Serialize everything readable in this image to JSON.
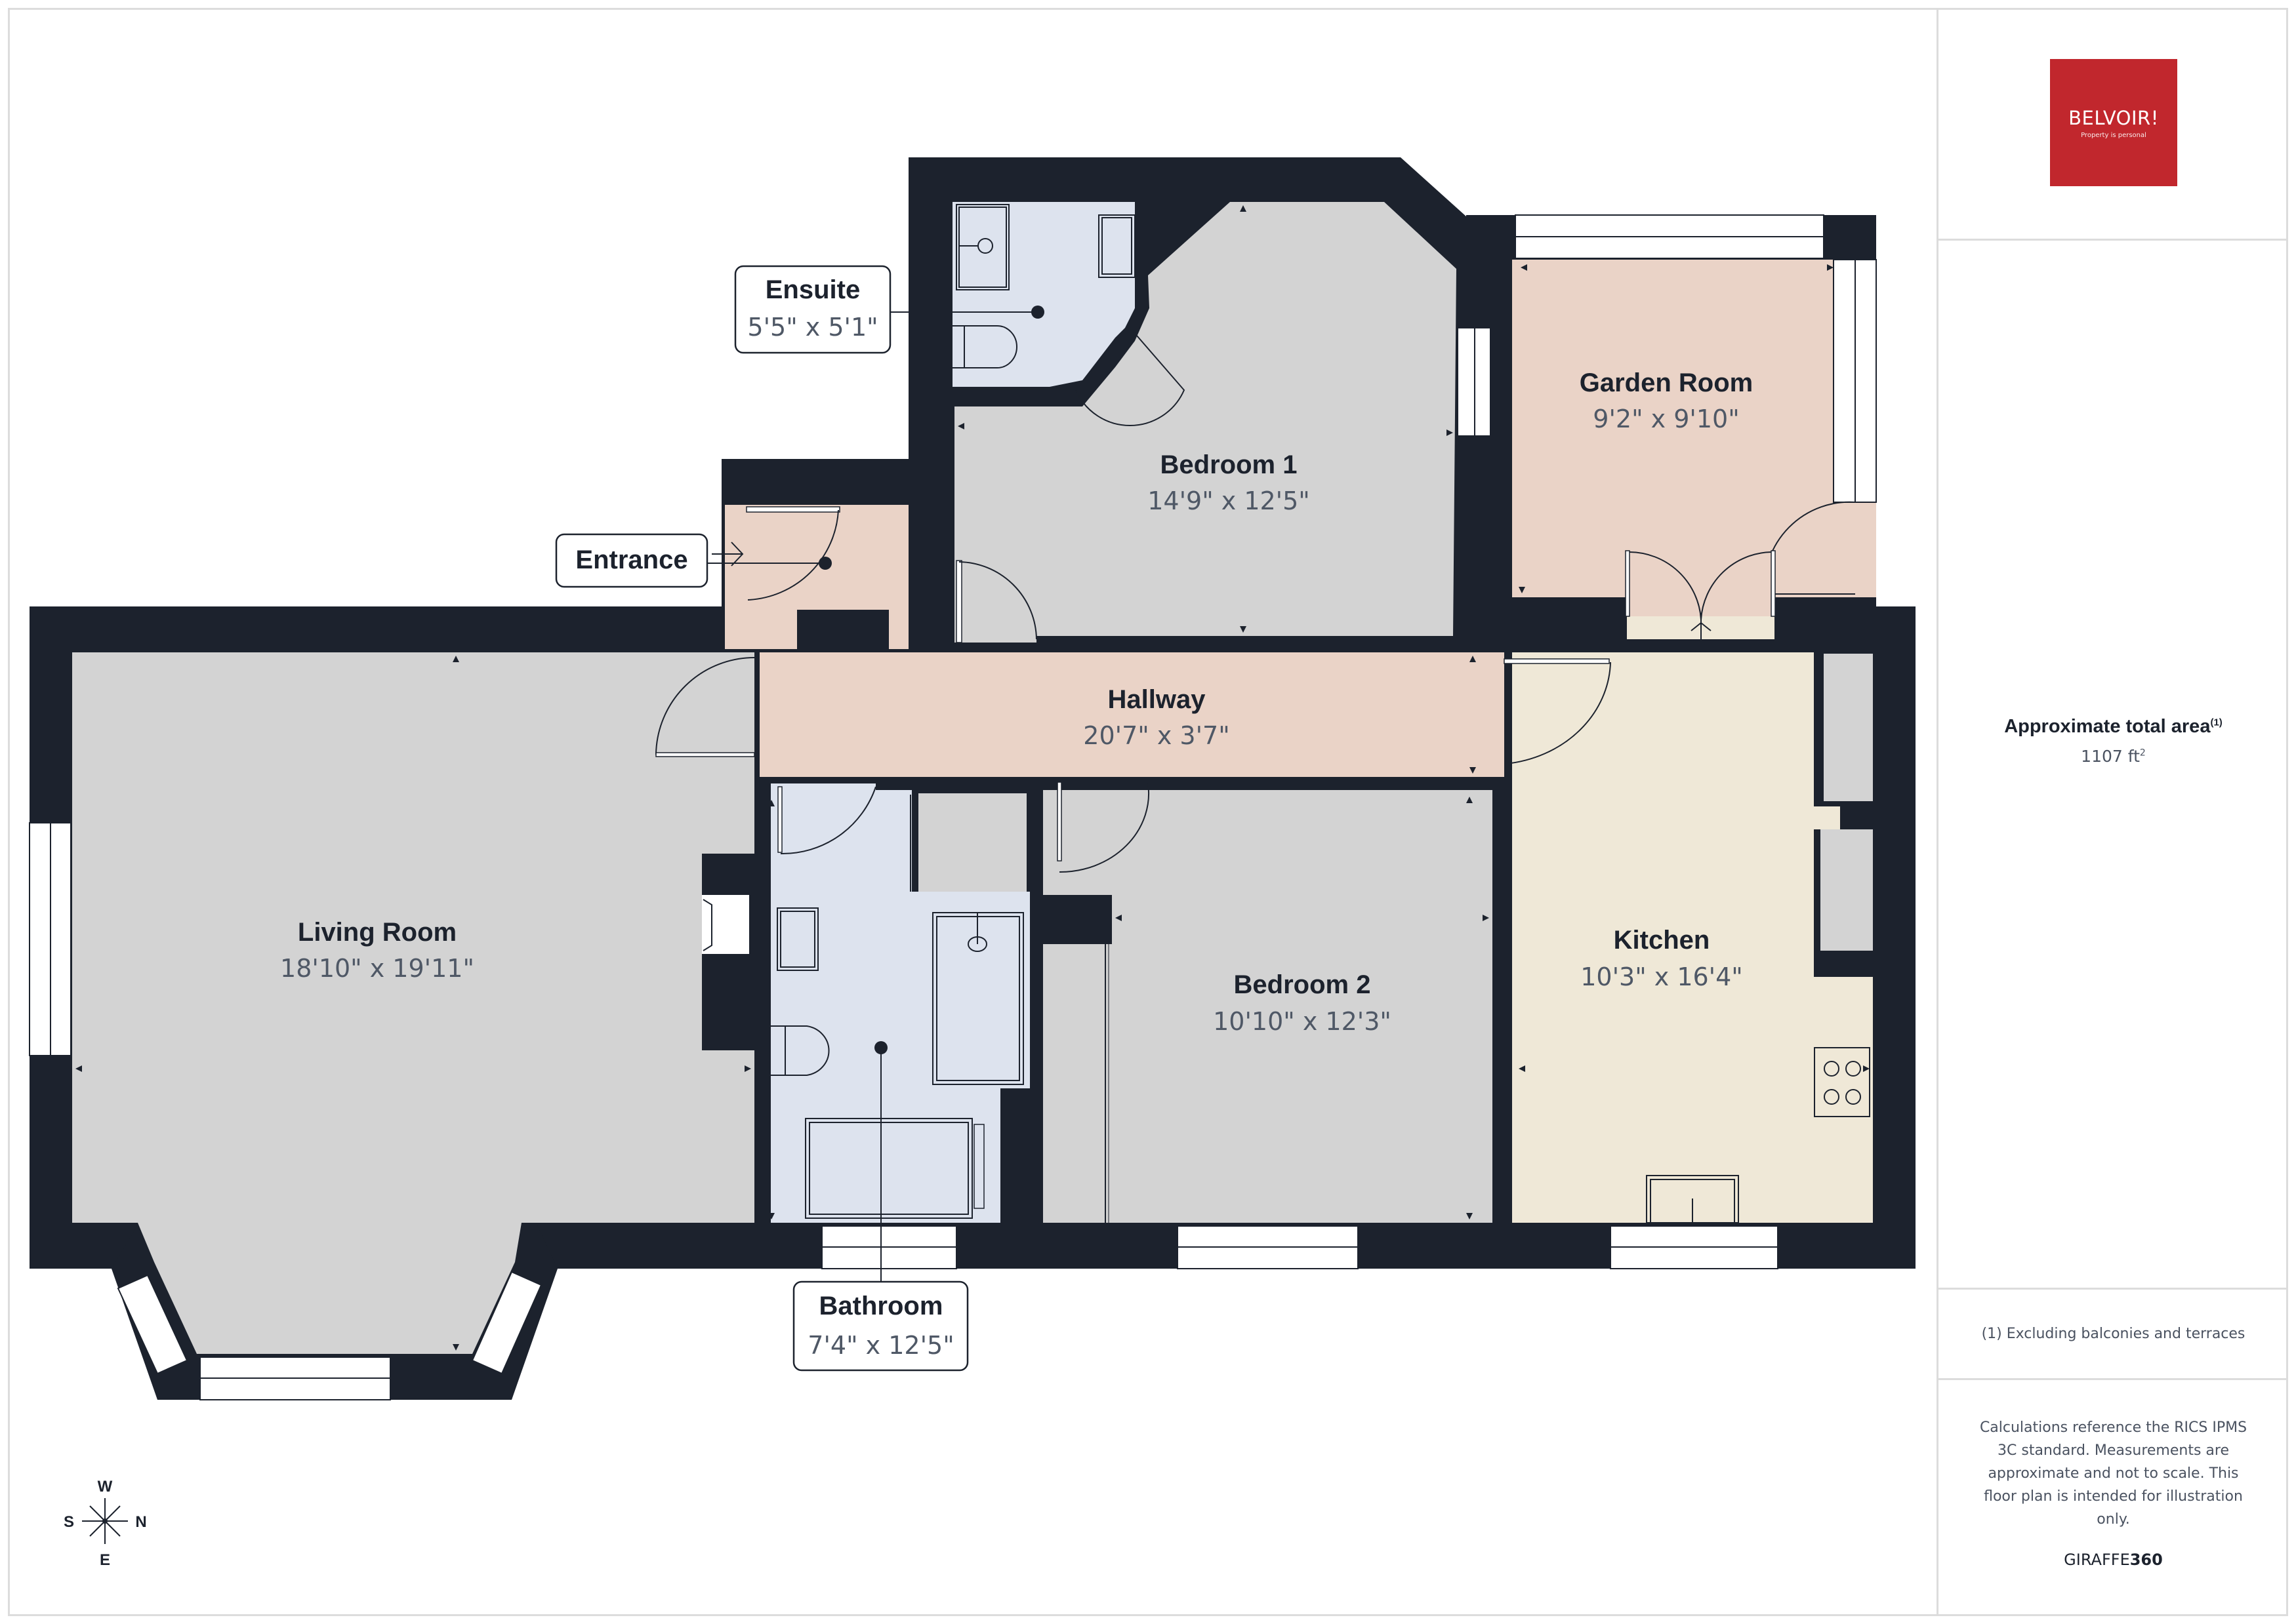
{
  "brand": {
    "logo_name": "BELVOIR!",
    "logo_tagline": "Property is personal",
    "logo_color": "#c1272d"
  },
  "summary": {
    "area_title": "Approximate total area",
    "area_footnote_marker": "(1)",
    "area_value": "1107 ft",
    "area_unit_sup": "2",
    "footnote": "(1) Excluding balconies and terraces",
    "disclaimer": "Calculations reference the RICS IPMS 3C standard. Measurements are approximate and not to scale. This floor plan is intended for illustration only.",
    "provider_prefix": "GIRAFFE",
    "provider_suffix": "360"
  },
  "compass": {
    "top": "W",
    "left": "S",
    "right": "N",
    "bottom": "E"
  },
  "colors": {
    "wall": "#1c222d",
    "bedroom_grey": "#d3d3d3",
    "hall_peach": "#ead3c7",
    "bath_blue": "#dde3ee",
    "kitchen_cream": "#efe8d7"
  },
  "rooms": {
    "living": {
      "name": "Living Room",
      "dims": "18'10\" x 19'11\""
    },
    "bedroom1": {
      "name": "Bedroom 1",
      "dims": "14'9\" x 12'5\""
    },
    "bedroom2": {
      "name": "Bedroom 2",
      "dims": "10'10\" x 12'3\""
    },
    "garden": {
      "name": "Garden Room",
      "dims": "9'2\" x 9'10\""
    },
    "hallway": {
      "name": "Hallway",
      "dims": "20'7\" x 3'7\""
    },
    "kitchen": {
      "name": "Kitchen",
      "dims": "10'3\" x 16'4\""
    },
    "ensuite": {
      "name": "Ensuite",
      "dims": "5'5\" x 5'1\""
    },
    "entrance": {
      "name": "Entrance"
    },
    "bathroom": {
      "name": "Bathroom",
      "dims": "7'4\" x 12'5\""
    }
  }
}
